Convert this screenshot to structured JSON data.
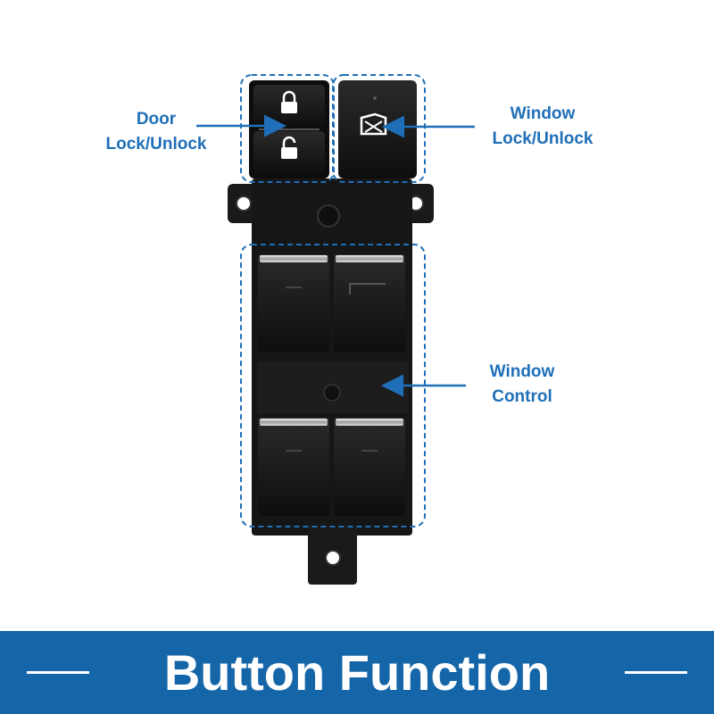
{
  "labels": {
    "door_lock": [
      "Door",
      "Lock/Unlock"
    ],
    "window_lock": [
      "Window",
      "Lock/Unlock"
    ],
    "window_control": [
      "Window",
      "Control"
    ]
  },
  "banner": {
    "title": "Button Function"
  },
  "colors": {
    "accent": "#1f6fb8",
    "banner": "#1566a8",
    "switch_body": "#141414",
    "chrome": "#d9d9d9"
  },
  "icons": [
    "padlock-locked-icon",
    "padlock-unlocked-icon",
    "window-lock-icon"
  ]
}
